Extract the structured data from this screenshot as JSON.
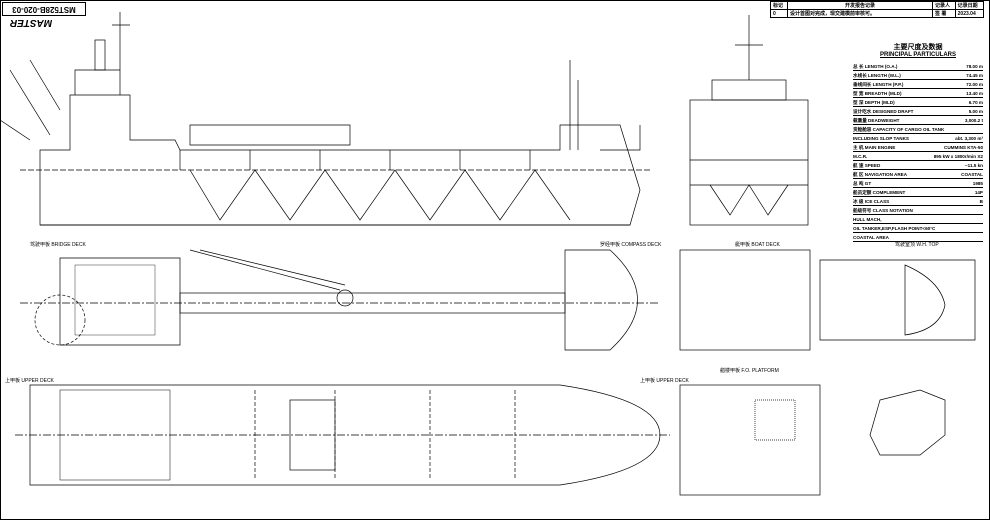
{
  "drawing_number": "MST528B-020-03",
  "logo": "MASTER",
  "revision_table": {
    "headers": [
      "标记",
      "开发报告记录",
      "记录人",
      "记录日期"
    ],
    "rows": [
      {
        "mark": "0",
        "note": "设计首图对完成，现交建模前审核可。",
        "by": "签 署",
        "date": "2023.04"
      }
    ]
  },
  "particulars": {
    "title_cn": "主要尺度及数据",
    "title_en": "PRINCIPAL PARTICULARS",
    "rows": [
      {
        "label": "总 长 LENGTH (O.A.)",
        "value": "78.00 m"
      },
      {
        "label": "水线长 LENGTH (W.L.)",
        "value": "74.45 m"
      },
      {
        "label": "垂线间长 LENGTH (P.P.)",
        "value": "72.00 m"
      },
      {
        "label": "型 宽 BREADTH (MLD)",
        "value": "13.40 m"
      },
      {
        "label": "型 深 DEPTH (MLD)",
        "value": "6.70 m"
      },
      {
        "label": "设计吃水 DESIGNED DRAFT",
        "value": "5.00 m"
      },
      {
        "label": "载重量 DEADWEIGHT",
        "value": "3,000.2 t"
      },
      {
        "label": "货舱舱容 CAPACITY OF CARGO OIL TANK",
        "value": ""
      },
      {
        "label": "INCLUDING SLOP TANKS",
        "value": "abt. 3,300 m³"
      },
      {
        "label": "主 机 MAIN ENGINE",
        "value": "CUMMINS KTA-50"
      },
      {
        "label": "M.C.R.",
        "value": "895 kW x 1800r/min X2"
      },
      {
        "label": "航 速 SPEED",
        "value": "~11.5 kn"
      },
      {
        "label": "航 区 NAVIGATION AREA",
        "value": "COASTAL"
      },
      {
        "label": "总 吨 GT",
        "value": "1985"
      },
      {
        "label": "船员定额 COMPLEMENT",
        "value": "14P"
      },
      {
        "label": "冰 级 ICE CLASS",
        "value": "B"
      },
      {
        "label": "船级符号 CLASS NOTATION",
        "value": ""
      },
      {
        "label": "HULL MACH,",
        "value": ""
      },
      {
        "label": "OIL TANKER,ESP,FLASH POINT<60°C",
        "value": ""
      },
      {
        "label": "COASTAL AREA",
        "value": ""
      }
    ]
  },
  "labels": {
    "bridge_deck": "驾驶甲板 BRIDGE DECK",
    "boat_deck": "艇甲板 BOAT DECK",
    "upper_deck": "上甲板 UPPER DECK",
    "compass_deck": "罗经甲板 COMPASS DECK",
    "main_deck_fwd": "上甲板 UPPER DECK",
    "fo_platform": "艏楼甲板 F.O. PLATFORM",
    "wh_top": "驾驶室顶 W.H. TOP"
  }
}
